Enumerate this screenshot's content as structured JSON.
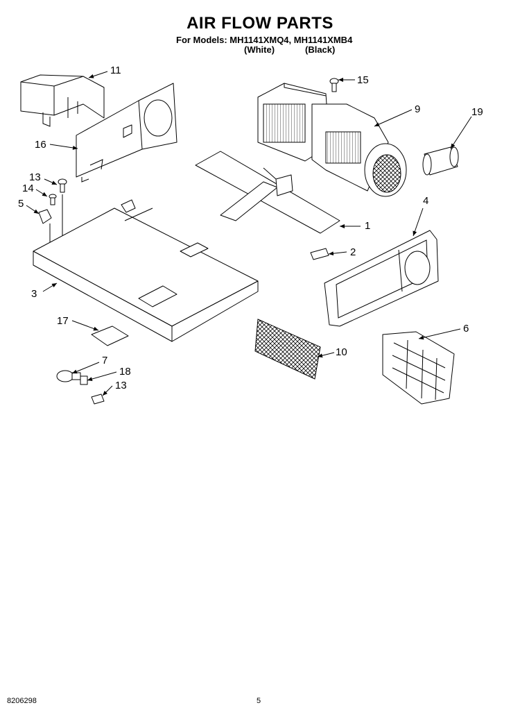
{
  "title": "AIR FLOW PARTS",
  "models_line": "For Models: MH1141XMQ4, MH1141XMB4",
  "color_white": "(White)",
  "color_black": "(Black)",
  "callouts": {
    "c1": "1",
    "c2": "2",
    "c3": "3",
    "c4": "4",
    "c5": "5",
    "c6": "6",
    "c7": "7",
    "c9": "9",
    "c10": "10",
    "c11": "11",
    "c13a": "13",
    "c13b": "13",
    "c14": "14",
    "c15": "15",
    "c16": "16",
    "c17": "17",
    "c18": "18",
    "c19": "19"
  },
  "footer": {
    "doc_number": "8206298",
    "page_number": "5"
  }
}
